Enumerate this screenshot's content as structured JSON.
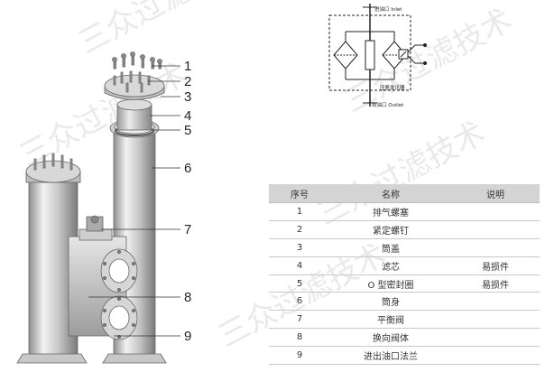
{
  "schematic": {
    "inlet_label": "进油口 Inlet",
    "outlet_label": "出油口 Outlet",
    "indicator_label": "压差发讯器"
  },
  "callouts": [
    "1",
    "2",
    "3",
    "4",
    "5",
    "6",
    "7",
    "8",
    "9"
  ],
  "watermark": "三众过滤技术",
  "table": {
    "headers": [
      "序号",
      "名称",
      "说明"
    ],
    "rows": [
      {
        "no": "1",
        "name": "排气螺塞",
        "note": ""
      },
      {
        "no": "2",
        "name": "紧定螺钉",
        "note": ""
      },
      {
        "no": "3",
        "name": "筒盖",
        "note": ""
      },
      {
        "no": "4",
        "name": "滤芯",
        "note": "易损件"
      },
      {
        "no": "5",
        "name": "O 型密封圈",
        "note": "易损件"
      },
      {
        "no": "6",
        "name": "筒身",
        "note": ""
      },
      {
        "no": "7",
        "name": "平衡阀",
        "note": ""
      },
      {
        "no": "8",
        "name": "换向阀体",
        "note": ""
      },
      {
        "no": "9",
        "name": "进出油口法兰",
        "note": ""
      }
    ]
  }
}
